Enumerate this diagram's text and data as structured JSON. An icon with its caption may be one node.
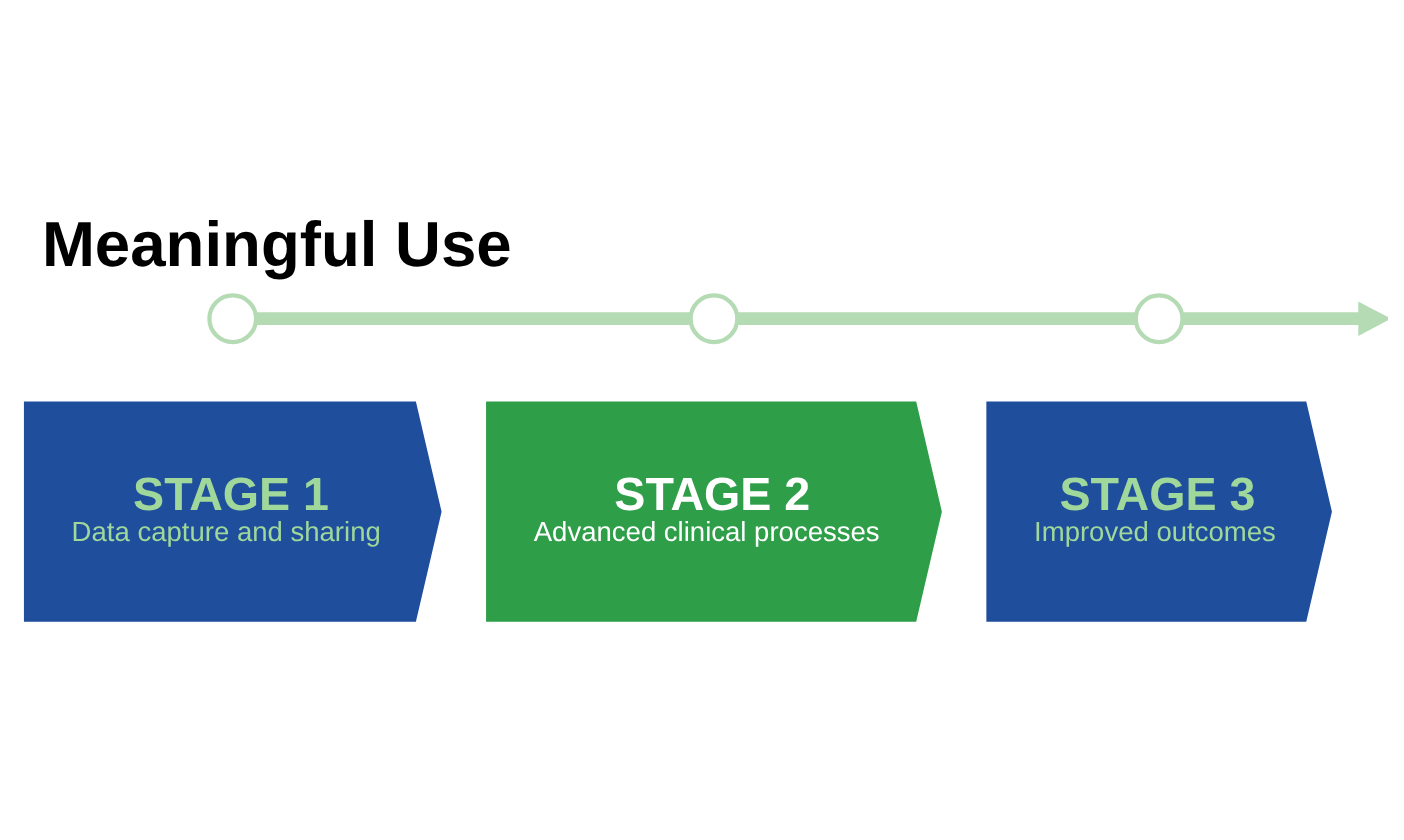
{
  "diagram": {
    "title": "Meaningful Use",
    "nodes": [
      {
        "text": [
          "STAGE 1",
          "Data capture and sharing"
        ]
      },
      {
        "text": [
          "STAGE 2",
          "Advanced clinical processes"
        ]
      },
      {
        "text": [
          "STAGE 3",
          "Improved outcomes"
        ]
      },
      {
        "text": [],
        "shape": "circle"
      },
      {
        "text": [],
        "shape": "circle"
      },
      {
        "text": [],
        "shape": "circle"
      }
    ],
    "edges": [
      {
        "from": 3,
        "to": 4,
        "arrow": "none"
      },
      {
        "from": 4,
        "to": 5,
        "arrow": "none"
      },
      {
        "from": 5,
        "to": null,
        "arrow": "to"
      }
    ]
  }
}
